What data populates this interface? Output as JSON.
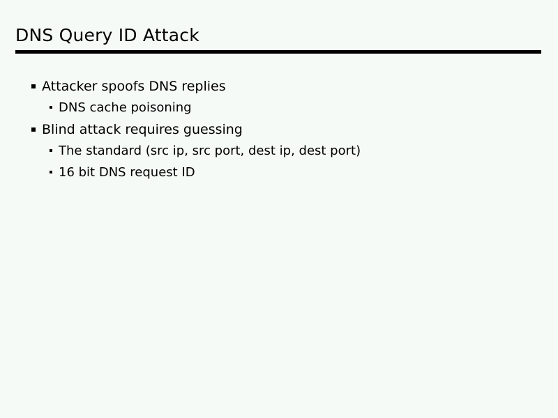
{
  "slide": {
    "title": "DNS Query ID Attack",
    "background_color": "#f6faf7",
    "text_color": "#000000",
    "rule_color": "#000000",
    "bullets": [
      {
        "level": 1,
        "text": "Attacker spoofs DNS replies",
        "marker": "square-bullet"
      },
      {
        "level": 2,
        "text": "DNS cache poisoning",
        "marker": "square-bullet"
      },
      {
        "level": 1,
        "text": "Blind attack requires guessing",
        "marker": "square-bullet"
      },
      {
        "level": 2,
        "text": "The standard (src ip, src port, dest ip, dest port)",
        "marker": "square-bullet"
      },
      {
        "level": 2,
        "text": "16 bit DNS request ID",
        "marker": "square-bullet"
      }
    ]
  }
}
